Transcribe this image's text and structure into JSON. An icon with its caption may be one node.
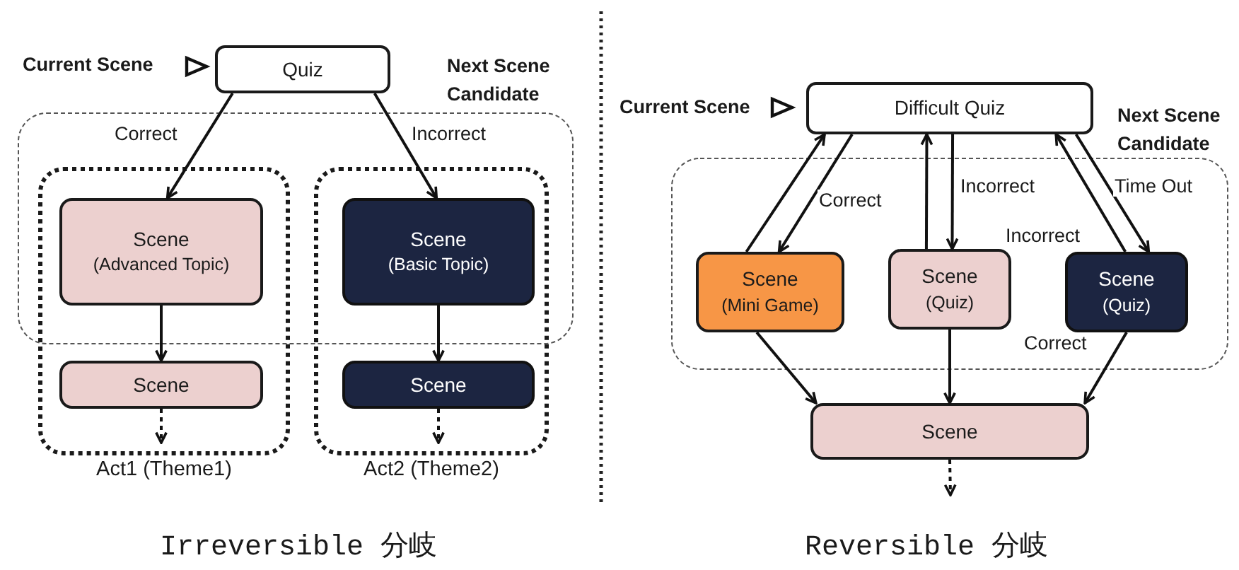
{
  "diagram": {
    "nodes": [
      {
        "text": [
          "Quiz"
        ]
      },
      {
        "text": [
          "Act1 (Theme1)"
        ]
      },
      {
        "text": [
          "Act2 (Theme2)"
        ]
      },
      {
        "text": [
          "Scene",
          "(Advanced Topic)"
        ],
        "in": 1
      },
      {
        "text": [
          "Scene",
          "(Basic Topic)"
        ],
        "in": 2
      },
      {
        "text": [
          "Scene"
        ],
        "in": 1
      },
      {
        "text": [
          "Scene"
        ],
        "in": 2
      },
      {
        "text": [
          "Difficult Quiz"
        ]
      },
      {
        "text": [
          "Scene",
          "(Mini Game)"
        ]
      },
      {
        "text": [
          "Scene",
          "(Quiz)"
        ]
      },
      {
        "text": [
          "Scene",
          "(Quiz)"
        ]
      },
      {
        "text": [
          "Scene"
        ]
      }
    ],
    "edges": [
      {
        "from": 0,
        "to": 3,
        "arrow": "to",
        "label": "Correct"
      },
      {
        "from": 0,
        "to": 4,
        "arrow": "to",
        "label": "Incorrect"
      },
      {
        "from": 3,
        "to": 5,
        "arrow": "to"
      },
      {
        "from": 4,
        "to": 6,
        "arrow": "to"
      },
      {
        "from": 5,
        "to": null,
        "arrow": "to",
        "style": "dashed"
      },
      {
        "from": 6,
        "to": null,
        "arrow": "to",
        "style": "dashed"
      },
      {
        "from": 8,
        "to": 7,
        "arrow": "to"
      },
      {
        "from": 7,
        "to": 8,
        "arrow": "to",
        "label": "Correct"
      },
      {
        "from": 9,
        "to": 7,
        "arrow": "to"
      },
      {
        "from": 7,
        "to": 9,
        "arrow": "to",
        "label": "Incorrect"
      },
      {
        "from": 10,
        "to": 7,
        "arrow": "to",
        "label": "Incorrect"
      },
      {
        "from": 7,
        "to": 10,
        "arrow": "to",
        "label": "Time Out"
      },
      {
        "from": 8,
        "to": 11,
        "arrow": "to"
      },
      {
        "from": 9,
        "to": 11,
        "arrow": "to"
      },
      {
        "from": 10,
        "to": 11,
        "arrow": "to",
        "label": "Correct"
      },
      {
        "from": 11,
        "to": null,
        "arrow": "to",
        "style": "dashed"
      }
    ],
    "labels": [
      "Current Scene",
      "Next Scene Candidate",
      "Current Scene",
      "Next Scene Candidate",
      "Irreversible 分岐",
      "Reversible 分岐"
    ]
  }
}
